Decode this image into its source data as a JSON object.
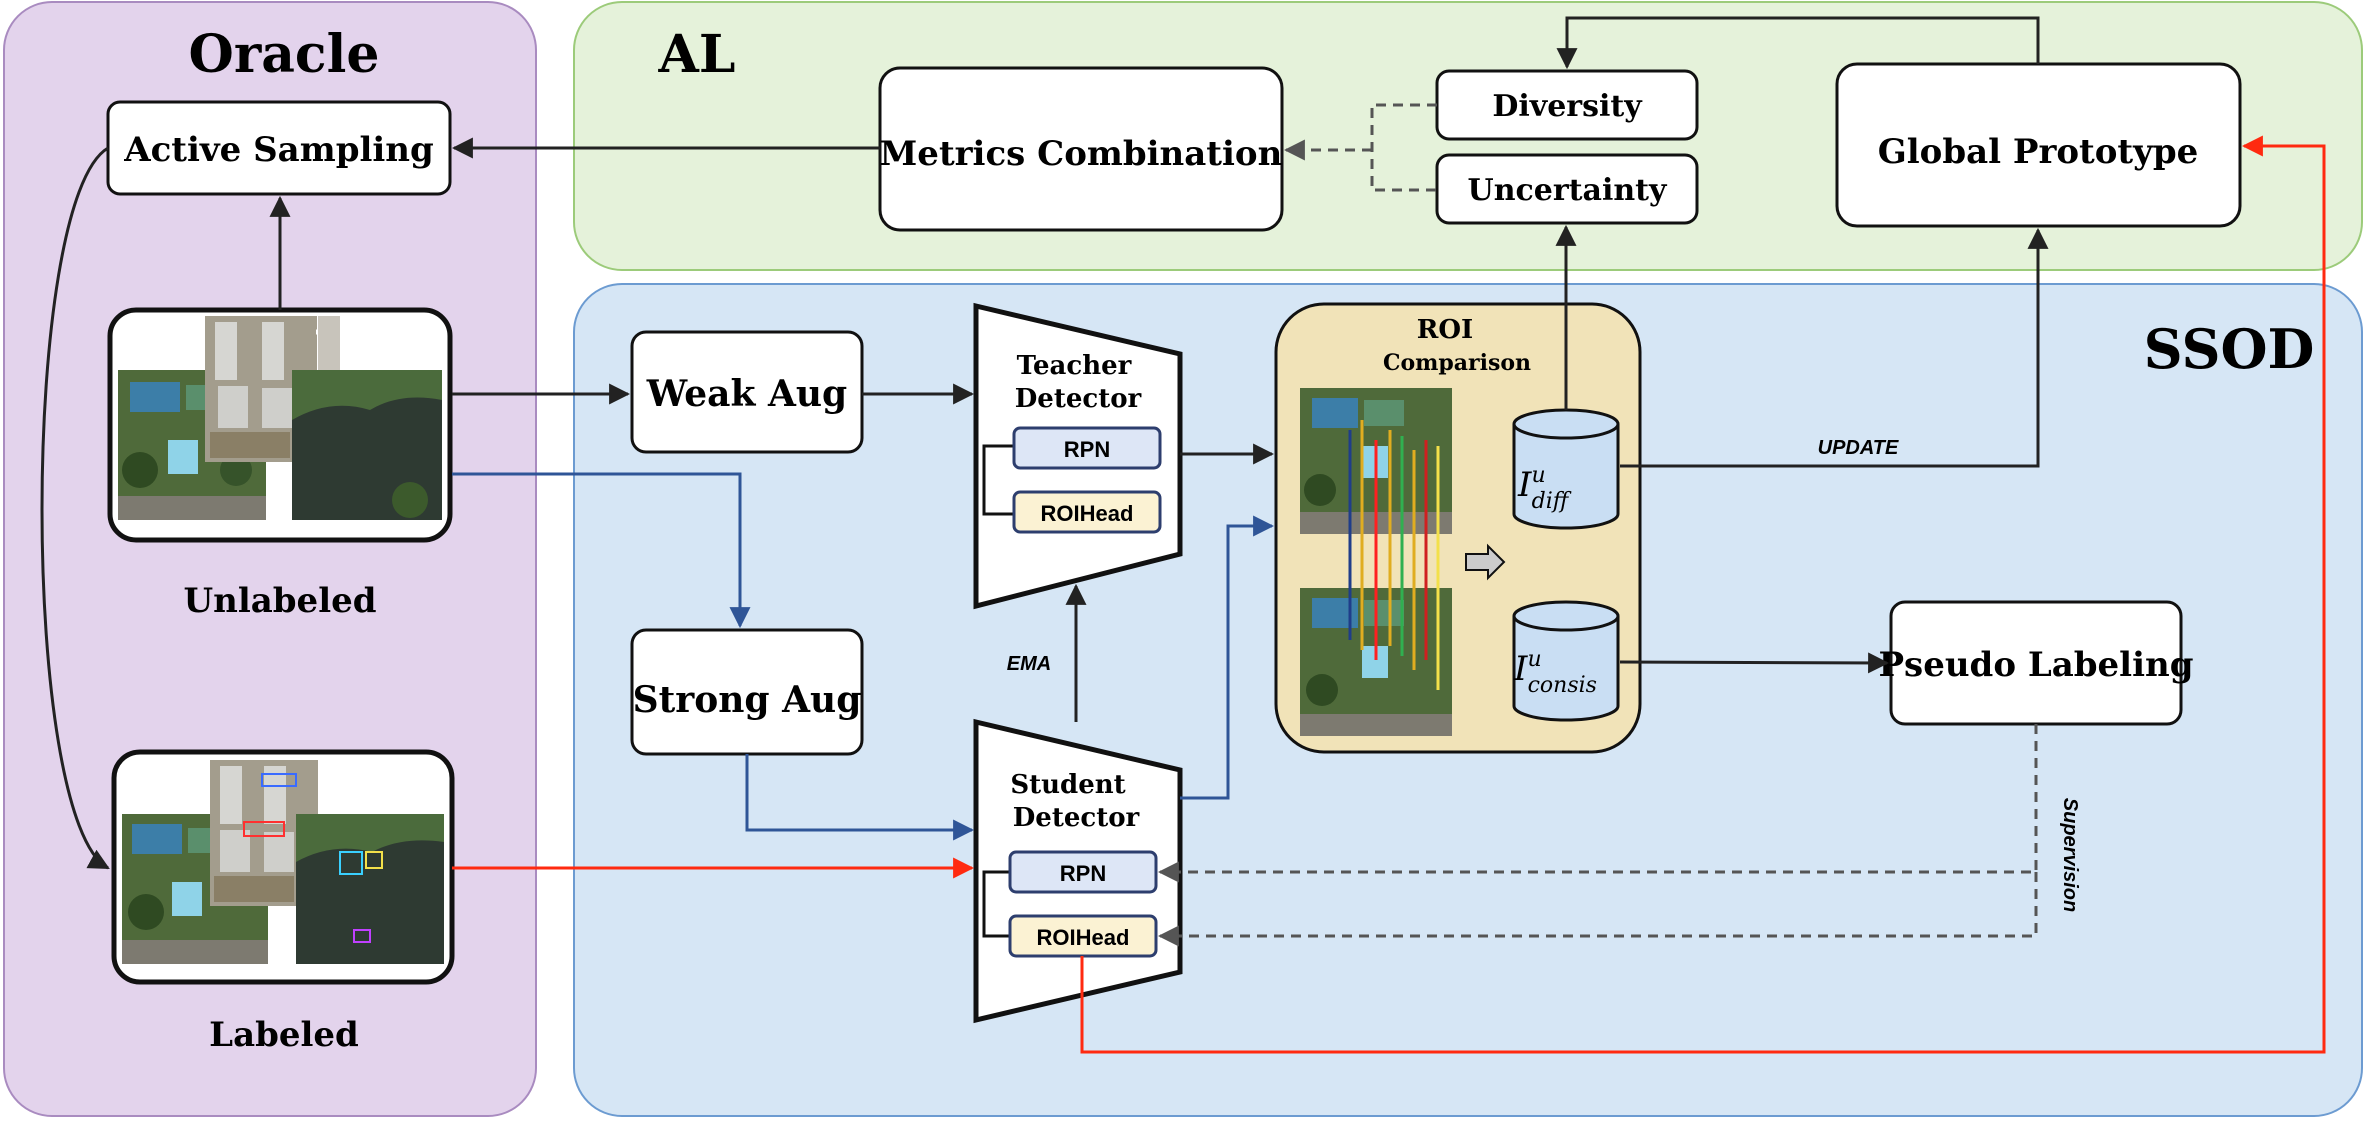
{
  "regions": {
    "oracle": "Oracle",
    "al": "AL",
    "ssod": "SSOD"
  },
  "boxes": {
    "active_sampling": "Active Sampling",
    "metrics_combination": "Metrics Combination",
    "diversity": "Diversity",
    "uncertainty": "Uncertainty",
    "global_prototype": "Global Prototype",
    "weak_aug": "Weak Aug",
    "strong_aug": "Strong Aug",
    "pseudo_labeling": "Pseudo Labeling"
  },
  "detectors": {
    "teacher": {
      "line1": "Teacher",
      "line2": "Detector",
      "rpn": "RPN",
      "roihead": "ROIHead"
    },
    "student": {
      "line1": "Student",
      "line2": "Detector",
      "rpn": "RPN",
      "roihead": "ROIHead"
    }
  },
  "roi": {
    "title": "ROI",
    "subtitle": "Comparison",
    "diff": {
      "base": "I",
      "sup": "u",
      "sub": "diff"
    },
    "consis": {
      "base": "I",
      "sup": "u",
      "sub": "consis"
    }
  },
  "images": {
    "unlabeled": "Unlabeled",
    "labeled": "Labeled"
  },
  "edges": {
    "update": "UPDATE",
    "ema": "EMA",
    "supervision": "Supervision"
  },
  "colors": {
    "oracle_bg": "#e3d3ec",
    "al_bg": "#e5f2da",
    "ssod_bg": "#d6e6f5",
    "roi_bg": "#f1e3b8",
    "rpn_fill": "#dde6f6",
    "roihead_fill": "#fbf2d3",
    "db_fill": "#c9def3",
    "arrow_black": "#222222",
    "arrow_blue": "#2f5597",
    "arrow_red": "#ff2a10",
    "arrow_dashed": "#555555"
  }
}
